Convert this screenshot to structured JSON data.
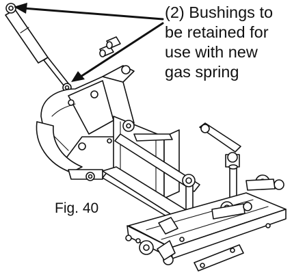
{
  "callout": {
    "lines": [
      "(2) Bushings to",
      "be retained for",
      "use with new",
      "gas spring"
    ]
  },
  "figure_label": "Fig. 40",
  "colors": {
    "ink": "#111111",
    "paper": "#ffffff"
  }
}
